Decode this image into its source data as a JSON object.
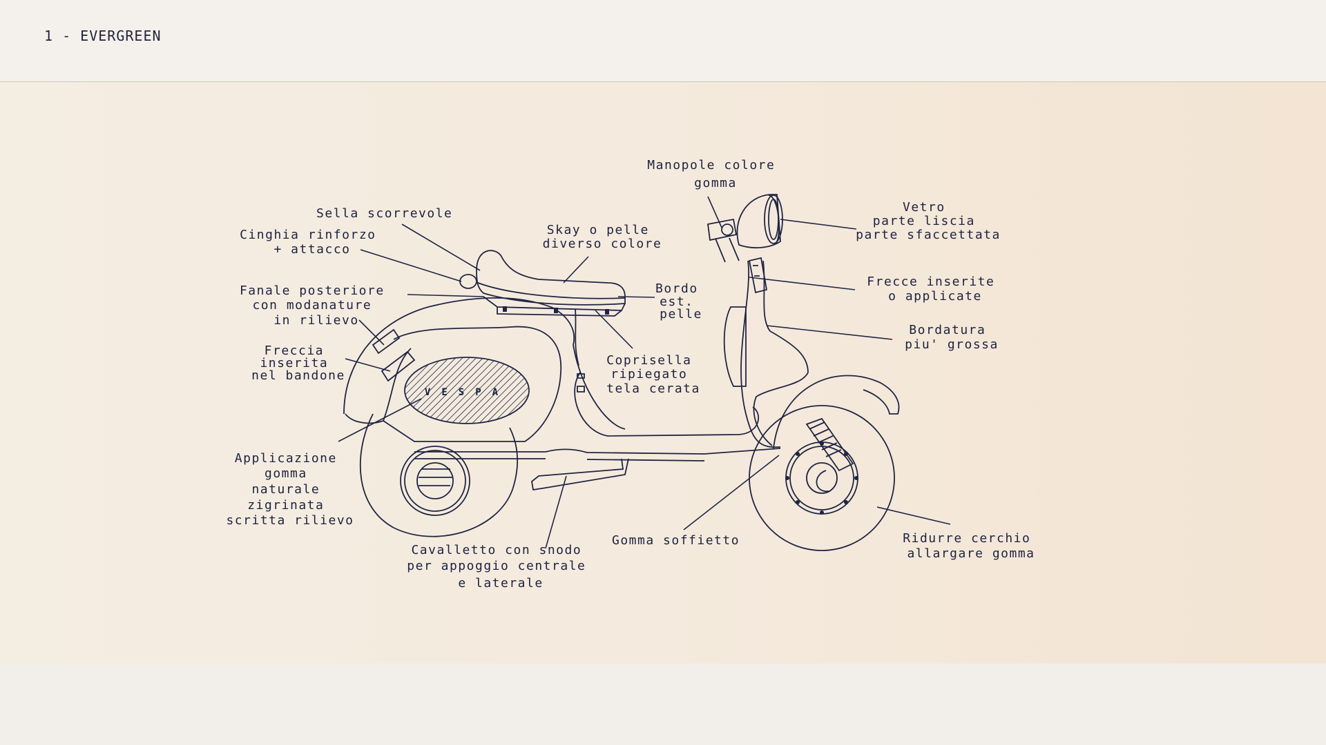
{
  "header": {
    "title": "1 - EVERGREEN"
  },
  "callouts": {
    "manopole": [
      "Manopole  colore",
      "gomma"
    ],
    "vetro": [
      "Vetro",
      "parte  liscia",
      "parte  sfaccettata"
    ],
    "sella": [
      "Sella  scorrevole"
    ],
    "cinghia": [
      "Cinghia  rinforzo",
      "+ attacco"
    ],
    "skay": [
      "Skay  o  pelle",
      "diverso  colore"
    ],
    "fanale": [
      "Fanale  posteriore",
      "con  modanature",
      "in  rilievo"
    ],
    "bordo": [
      "Bordo",
      "est.",
      "pelle"
    ],
    "frecce": [
      "Frecce  inserite",
      "o  applicate"
    ],
    "bordatura": [
      "Bordatura",
      "piu'  grossa"
    ],
    "freccia": [
      "Freccia",
      "inserita",
      "nel  bandone"
    ],
    "coprisella": [
      "Coprisella",
      "ripiegato",
      "tela  cerata"
    ],
    "applicazione": [
      "Applicazione",
      "gomma",
      "naturale",
      "zigrinata",
      "scritta  rilievo"
    ],
    "gomma_soffietto": [
      "Gomma  soffietto"
    ],
    "ridurre": [
      "Ridurre  cerchio",
      "allargare  gomma"
    ],
    "cavalletto": [
      "Cavalletto  con  snodo",
      "per  appoggio  centrale",
      "e  laterale"
    ]
  },
  "badge": {
    "text": "VESPA"
  },
  "colors": {
    "ink": "#1f2442",
    "paper": "#f4ede2"
  }
}
